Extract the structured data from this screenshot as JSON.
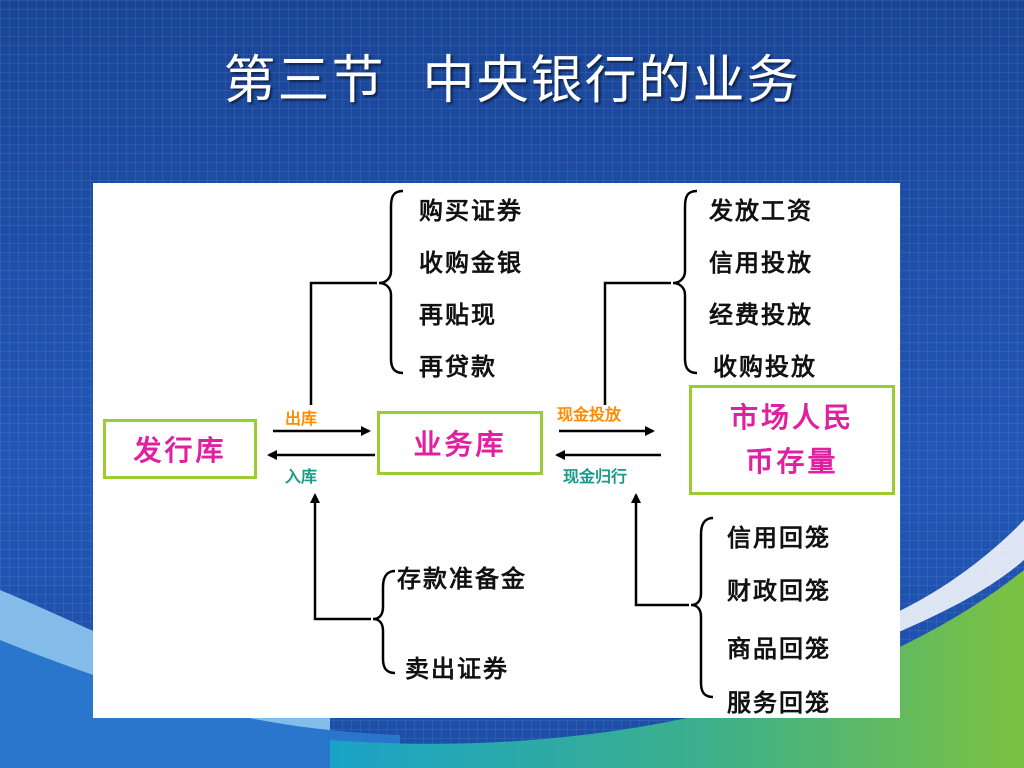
{
  "title": "第三节  中央银行的业务",
  "boxes": {
    "issue_vault": "发行库",
    "business_vault": "业务库",
    "market_line1": "市场人民",
    "market_line2": "币存量"
  },
  "arrows": {
    "out_of_vault": "出库",
    "into_vault": "入库",
    "cash_issuance": "现金投放",
    "cash_return": "现金归行"
  },
  "top_left_group": [
    "购买证券",
    "收购金银",
    "再贴现",
    "再贷款"
  ],
  "top_right_group": [
    "发放工资",
    "信用投放",
    "经费投放",
    "收购投放"
  ],
  "bottom_left_group": [
    "存款准备金",
    "卖出证券"
  ],
  "bottom_right_group": [
    "信用回笼",
    "财政回笼",
    "商品回笼",
    "服务回笼"
  ],
  "colors": {
    "background": "#1f4fa8",
    "box_border": "#9acd32",
    "box_text": "#e020a0",
    "out_label": "#ff8c00",
    "in_label": "#1a9a8a"
  }
}
